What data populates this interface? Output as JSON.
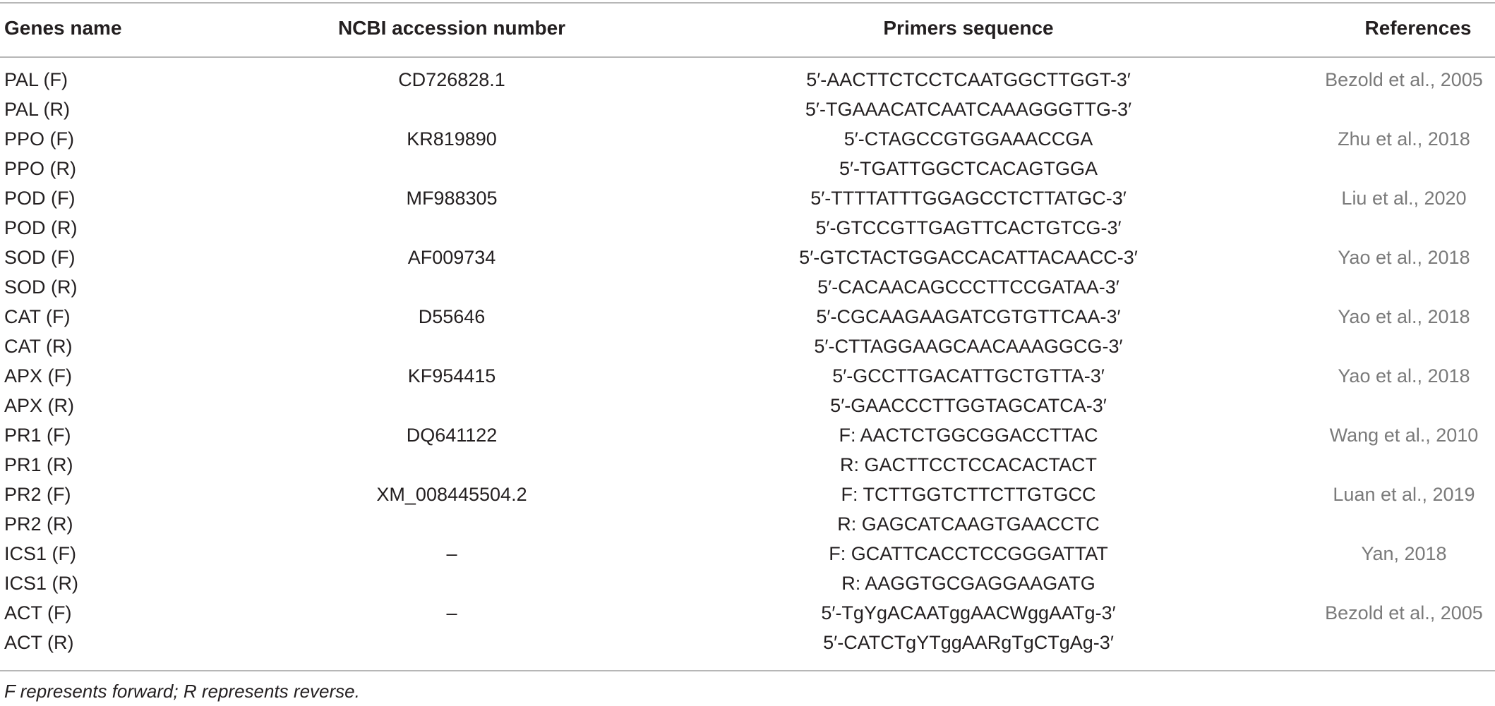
{
  "table": {
    "headers": {
      "gene": "Genes name",
      "accession": "NCBI accession number",
      "primer": "Primers sequence",
      "reference": "References"
    },
    "rows": [
      {
        "gene": "PAL (F)",
        "accession": "CD726828.1",
        "primer": "5′-AACTTCTCCTCAATGGCTTGGT-3′",
        "reference": "Bezold et al., 2005"
      },
      {
        "gene": "PAL (R)",
        "accession": "",
        "primer": "5′-TGAAACATCAATCAAAGGGTTG-3′",
        "reference": ""
      },
      {
        "gene": "PPO (F)",
        "accession": "KR819890",
        "primer": "5′-CTAGCCGTGGAAACCGA",
        "reference": "Zhu et al., 2018"
      },
      {
        "gene": "PPO (R)",
        "accession": "",
        "primer": "5′-TGATTGGCTCACAGTGGA",
        "reference": ""
      },
      {
        "gene": "POD (F)",
        "accession": "MF988305",
        "primer": "5′-TTTTATTTGGAGCCTCTTATGC-3′",
        "reference": "Liu et al., 2020"
      },
      {
        "gene": "POD (R)",
        "accession": "",
        "primer": "5′-GTCCGTTGAGTTCACTGTCG-3′",
        "reference": ""
      },
      {
        "gene": "SOD (F)",
        "accession": "AF009734",
        "primer": "5′-GTCTACTGGACCACATTACAACC-3′",
        "reference": "Yao et al., 2018"
      },
      {
        "gene": "SOD (R)",
        "accession": "",
        "primer": "5′-CACAACAGCCCTTCCGATAA-3′",
        "reference": ""
      },
      {
        "gene": "CAT (F)",
        "accession": "D55646",
        "primer": "5′-CGCAAGAAGATCGTGTTCAA-3′",
        "reference": "Yao et al., 2018"
      },
      {
        "gene": "CAT (R)",
        "accession": "",
        "primer": "5′-CTTAGGAAGCAACAAAGGCG-3′",
        "reference": ""
      },
      {
        "gene": "APX (F)",
        "accession": "KF954415",
        "primer": "5′-GCCTTGACATTGCTGTTA-3′",
        "reference": "Yao et al., 2018"
      },
      {
        "gene": "APX (R)",
        "accession": "",
        "primer": "5′-GAACCCTTGGTAGCATCA-3′",
        "reference": ""
      },
      {
        "gene": "PR1 (F)",
        "accession": "DQ641122",
        "primer": "F: AACTCTGGCGGACCTTAC",
        "reference": "Wang et al., 2010"
      },
      {
        "gene": "PR1 (R)",
        "accession": "",
        "primer": "R: GACTTCCTCCACACTACT",
        "reference": ""
      },
      {
        "gene": "PR2 (F)",
        "accession": "XM_008445504.2",
        "primer": "F: TCTTGGTCTTCTTGTGCC",
        "reference": "Luan et al., 2019"
      },
      {
        "gene": "PR2 (R)",
        "accession": "",
        "primer": "R: GAGCATCAAGTGAACCTC",
        "reference": ""
      },
      {
        "gene": "ICS1 (F)",
        "accession": "–",
        "primer": "F: GCATTCACCTCCGGGATTAT",
        "reference": "Yan, 2018"
      },
      {
        "gene": "ICS1 (R)",
        "accession": "",
        "primer": "R: AAGGTGCGAGGAAGATG",
        "reference": ""
      },
      {
        "gene": "ACT (F)",
        "accession": "–",
        "primer": "5′-TgYgACAATggAACWggAATg-3′",
        "reference": "Bezold et al., 2005"
      },
      {
        "gene": "ACT (R)",
        "accession": "",
        "primer": "5′-CATCTgYTggAARgTgCTgAg-3′",
        "reference": ""
      }
    ],
    "footnote": "F represents forward; R represents reverse."
  }
}
